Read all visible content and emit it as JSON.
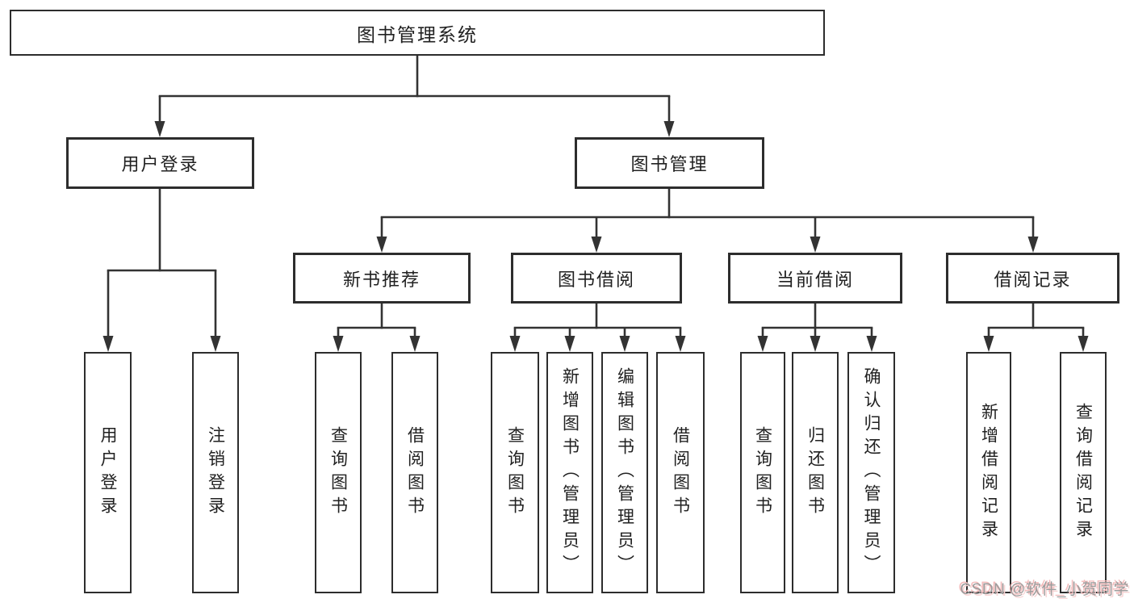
{
  "diagram": {
    "title": "图书管理系统",
    "branches": [
      {
        "label": "用户登录",
        "children": [
          {
            "label": "用户登录"
          },
          {
            "label": "注销登录"
          }
        ]
      },
      {
        "label": "图书管理",
        "children": [
          {
            "label": "新书推荐",
            "children": [
              {
                "label": "查询图书"
              },
              {
                "label": "借阅图书"
              }
            ]
          },
          {
            "label": "图书借阅",
            "children": [
              {
                "label": "查询图书"
              },
              {
                "label": "新增图书（管理员）"
              },
              {
                "label": "编辑图书（管理员）"
              },
              {
                "label": "借阅图书"
              }
            ]
          },
          {
            "label": "当前借阅",
            "children": [
              {
                "label": "查询图书"
              },
              {
                "label": "归还图书"
              },
              {
                "label": "确认归还（管理员）"
              }
            ]
          },
          {
            "label": "借阅记录",
            "children": [
              {
                "label": "新增借阅记录"
              },
              {
                "label": "查询借阅记录"
              }
            ]
          }
        ]
      }
    ]
  },
  "watermark": {
    "text": "CSDN @软件_小贺同学"
  },
  "colors": {
    "line": "#333333",
    "box_border": "#2d2d2d",
    "text": "#212121",
    "watermark_gray": "#9b9b9b",
    "watermark_pink": "#f3bcbc",
    "background": "#ffffff"
  }
}
